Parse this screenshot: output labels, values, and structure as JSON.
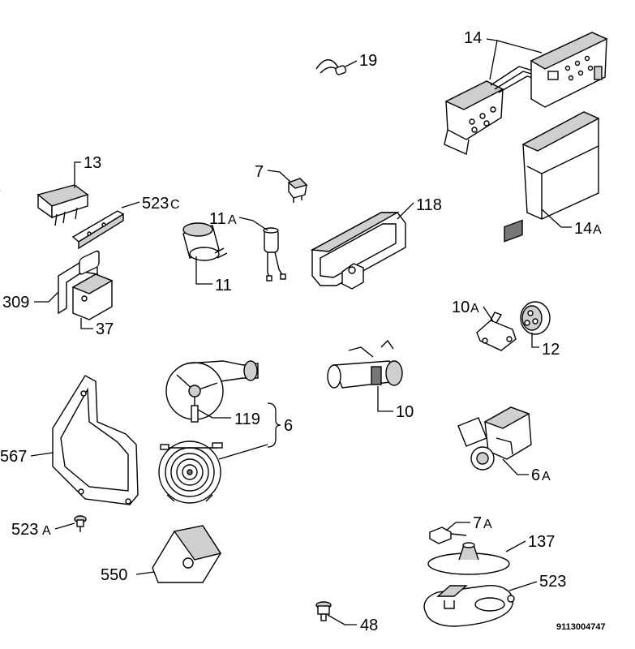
{
  "diagram": {
    "drawing_code": "9113004747",
    "labels": {
      "p14": "14",
      "p19": "19",
      "p13": "13",
      "p7": "7",
      "p523c_num": "523",
      "p523c_suf": "C",
      "p118": "118",
      "p11a_num": "11",
      "p11a_suf": "A",
      "p14a_num": "14",
      "p14a_suf": "A",
      "p11": "11",
      "p309": "309",
      "p37": "37",
      "p10a_num": "10",
      "p10a_suf": "A",
      "p12": "12",
      "p10": "10",
      "p119": "119",
      "p6": "6",
      "p567": "567",
      "p6a_num": "6",
      "p6a_suf": "A",
      "p523a_num": "523",
      "p523a_suf": "A",
      "p7a_num": "7",
      "p7a_suf": "A",
      "p137": "137",
      "p550": "550",
      "p523": "523",
      "p48": "48"
    }
  }
}
